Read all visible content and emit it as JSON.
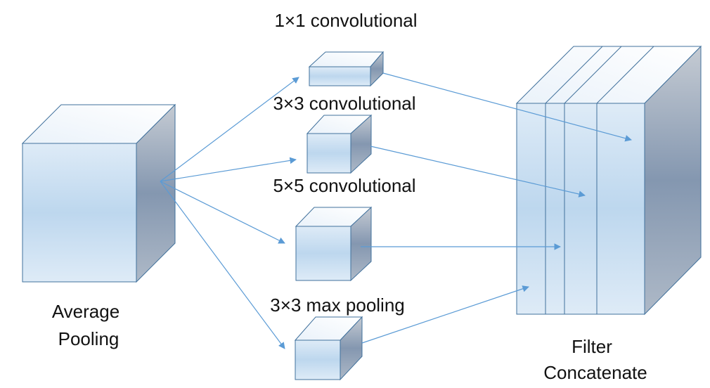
{
  "labels": {
    "input_line1": "Average",
    "input_line2": "Pooling",
    "branch_1x1": "1×1 convolutional",
    "branch_3x3": "3×3 convolutional",
    "branch_5x5": "5×5 convolutional",
    "branch_pool": "3×3 max pooling",
    "output_line1": "Filter",
    "output_line2": "Concatenate"
  },
  "colors": {
    "block_edge": "#41719C",
    "arrow": "#5B9BD5",
    "face_light": "#DEEBF7",
    "face_mid": "#BDD7EE",
    "side_light": "#C5CBD3",
    "side_dark": "#8497B0"
  }
}
